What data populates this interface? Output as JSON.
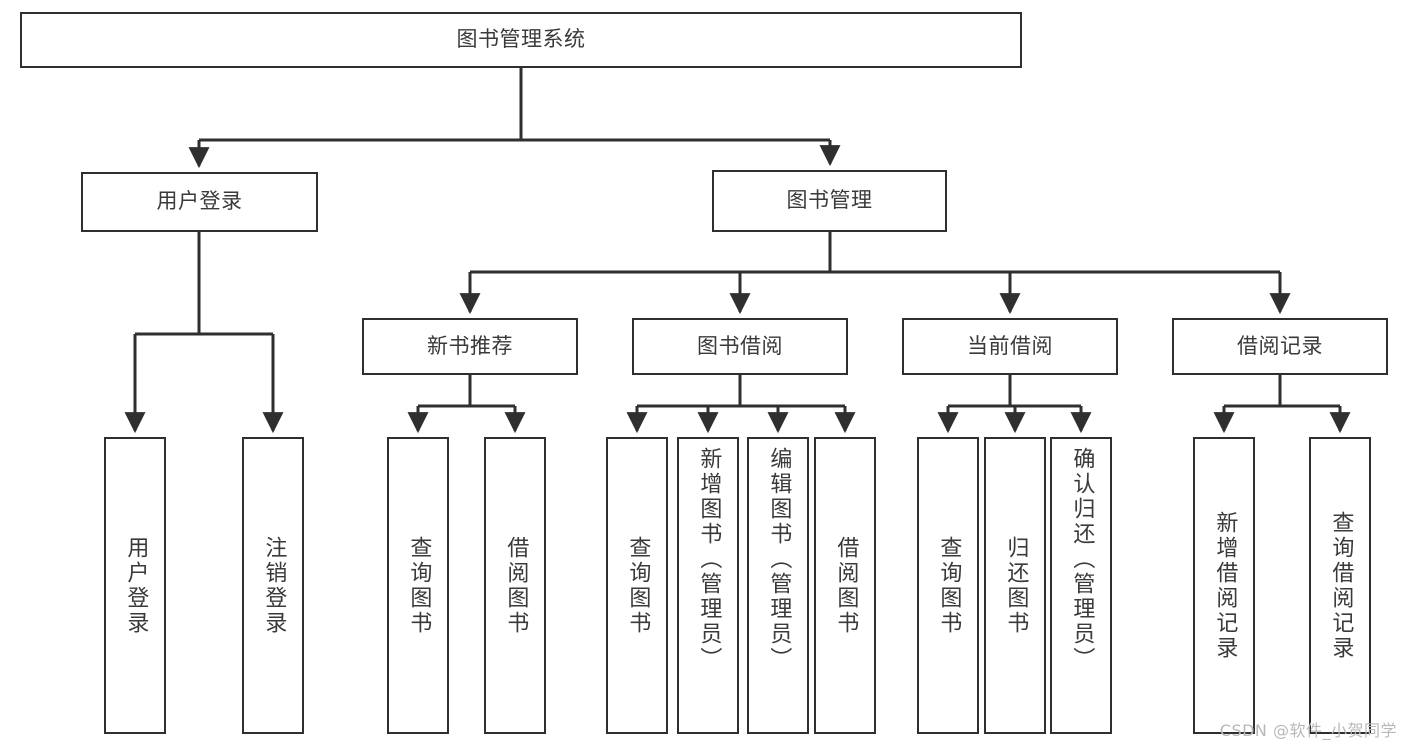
{
  "diagram": {
    "type": "tree",
    "title": "图书管理系统",
    "watermark": "CSDN @软件_小贺同学",
    "root": {
      "id": "root",
      "label": "图书管理系统"
    },
    "level2": [
      {
        "id": "user-login",
        "label": "用户登录"
      },
      {
        "id": "book-manage",
        "label": "图书管理"
      }
    ],
    "level3": [
      {
        "id": "new-book-recommend",
        "label": "新书推荐"
      },
      {
        "id": "book-borrow",
        "label": "图书借阅"
      },
      {
        "id": "current-borrow",
        "label": "当前借阅"
      },
      {
        "id": "borrow-record",
        "label": "借阅记录"
      }
    ],
    "leaves": {
      "user_login": [
        {
          "id": "leaf-user-login",
          "label": "用户登录"
        },
        {
          "id": "leaf-logout-login",
          "label": "注销登录"
        }
      ],
      "new_book_recommend": [
        {
          "id": "leaf-query-book-1",
          "label": "查询图书"
        },
        {
          "id": "leaf-borrow-book-1",
          "label": "借阅图书"
        }
      ],
      "book_borrow": [
        {
          "id": "leaf-query-book-2",
          "label": "查询图书"
        },
        {
          "id": "leaf-add-book",
          "label": "新增图书（管理员）"
        },
        {
          "id": "leaf-edit-book",
          "label": "编辑图书（管理员）"
        },
        {
          "id": "leaf-borrow-book-2",
          "label": "借阅图书"
        }
      ],
      "current_borrow": [
        {
          "id": "leaf-query-book-3",
          "label": "查询图书"
        },
        {
          "id": "leaf-return-book",
          "label": "归还图书"
        },
        {
          "id": "leaf-confirm-return",
          "label": "确认归还（管理员）"
        }
      ],
      "borrow_record": [
        {
          "id": "leaf-add-record",
          "label": "新增借阅记录"
        },
        {
          "id": "leaf-query-record",
          "label": "查询借阅记录"
        }
      ]
    },
    "colors": {
      "stroke": "#2f2f2f",
      "text": "#3a3a3a",
      "background": "#ffffff",
      "watermark": "#b8b8b8"
    }
  }
}
